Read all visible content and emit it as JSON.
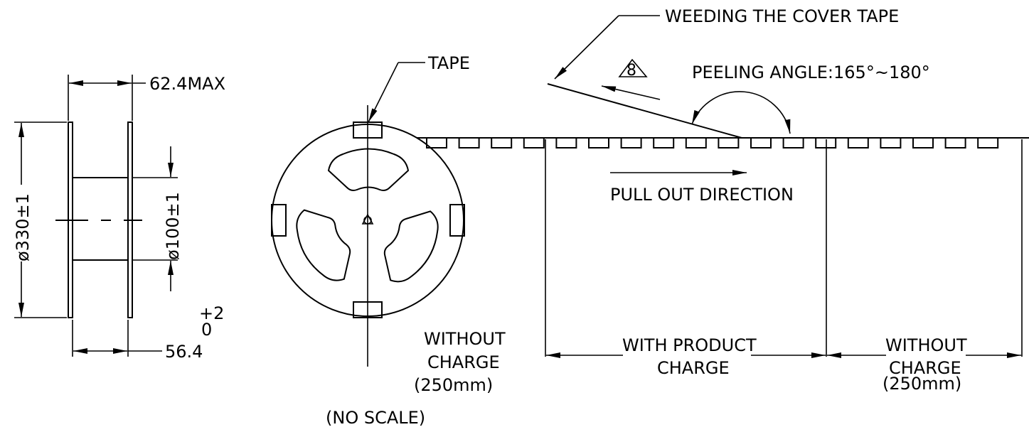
{
  "labels": {
    "weeding": "WEEDING THE COVER TAPE",
    "tape": "TAPE",
    "max_width": "62.4MAX",
    "warning_number": "8",
    "peeling_angle": "PEELING ANGLE:165°~180°",
    "pull_out": "PULL OUT DIRECTION",
    "reel_diameter": "ø330±1",
    "hub_diameter": "ø100±1",
    "tolerance_plus": "+2",
    "tolerance_zero": "0",
    "hub_width": "56.4",
    "leader_without_1": "WITHOUT",
    "leader_charge_1": "CHARGE",
    "leader_len_1": "(250mm)",
    "with_product": "WITH PRODUCT",
    "with_charge": "CHARGE",
    "trailer_without": "WITHOUT",
    "trailer_charge": "CHARGE",
    "trailer_len": "(250mm)",
    "no_scale": "(NO SCALE)"
  },
  "colors": {
    "line": "#000000",
    "background": "#ffffff"
  }
}
